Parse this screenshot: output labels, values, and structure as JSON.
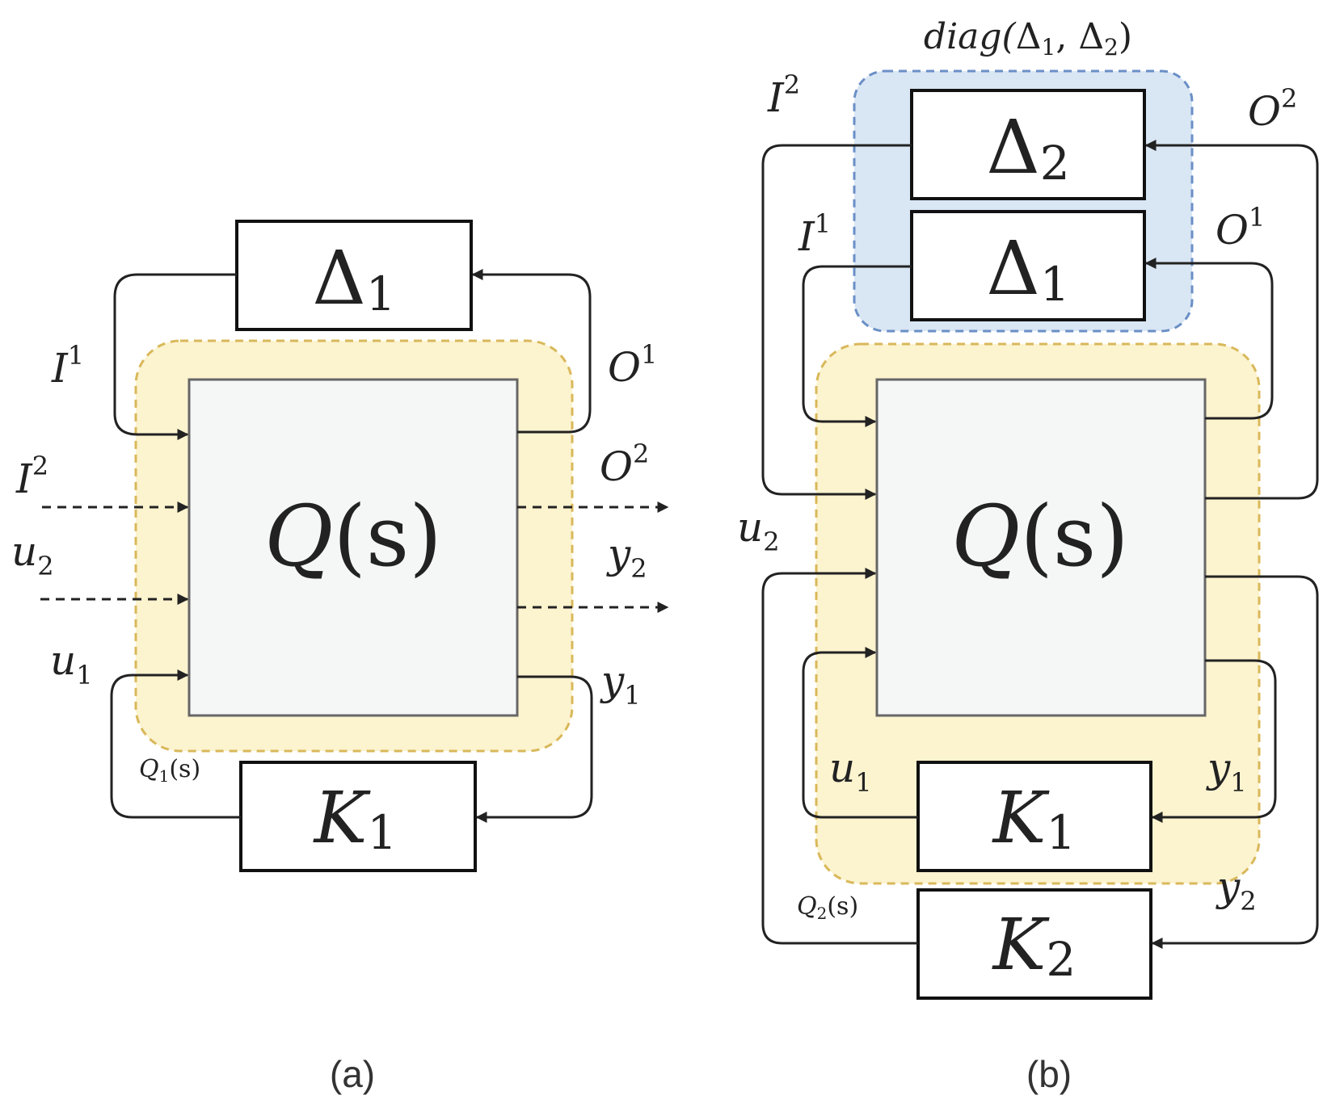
{
  "colors": {
    "closed_loop_region": "#fcf3cf",
    "closed_loop_border": "#d9b85a",
    "uncertainty_region": "#d9e6f4",
    "uncertainty_border": "#6a8fc6",
    "plant_fill": "#f5f7f6",
    "ink": "#222222"
  },
  "panel_a": {
    "caption": "(a)",
    "plant": {
      "name": "Q",
      "arg": "(s)"
    },
    "delta1": {
      "sym": "Δ",
      "sub": "1"
    },
    "k1": {
      "sym": "K",
      "sub": "1"
    },
    "region_label": {
      "sym": "Q",
      "sub": "1",
      "arg": "(s)"
    },
    "labels": {
      "I1": {
        "sym": "I",
        "sup": "1"
      },
      "I2": {
        "sym": "I",
        "sup": "2"
      },
      "O1": {
        "sym": "O",
        "sup": "1"
      },
      "O2": {
        "sym": "O",
        "sup": "2"
      },
      "u1": {
        "sym": "u",
        "sub": "1"
      },
      "u2": {
        "sym": "u",
        "sub": "2"
      },
      "y1": {
        "sym": "y",
        "sub": "1"
      },
      "y2": {
        "sym": "y",
        "sub": "2"
      }
    }
  },
  "panel_b": {
    "caption": "(b)",
    "plant": {
      "name": "Q",
      "arg": "(s)"
    },
    "delta1": {
      "sym": "Δ",
      "sub": "1"
    },
    "delta2": {
      "sym": "Δ",
      "sub": "2"
    },
    "k1": {
      "sym": "K",
      "sub": "1"
    },
    "k2": {
      "sym": "K",
      "sub": "2"
    },
    "diag_label": {
      "pre": "diag(",
      "d1": "Δ",
      "d1_sub": "1",
      "sep": ", ",
      "d2": "Δ",
      "d2_sub": "2",
      "post": ")"
    },
    "region_label": {
      "sym": "Q",
      "sub": "2",
      "arg": "(s)"
    },
    "labels": {
      "I1": {
        "sym": "I",
        "sup": "1"
      },
      "I2": {
        "sym": "I",
        "sup": "2"
      },
      "O1": {
        "sym": "O",
        "sup": "1"
      },
      "O2": {
        "sym": "O",
        "sup": "2"
      },
      "u1": {
        "sym": "u",
        "sub": "1"
      },
      "u2": {
        "sym": "u",
        "sub": "2"
      },
      "y1": {
        "sym": "y",
        "sub": "1"
      },
      "y2": {
        "sym": "y",
        "sub": "2"
      }
    }
  }
}
